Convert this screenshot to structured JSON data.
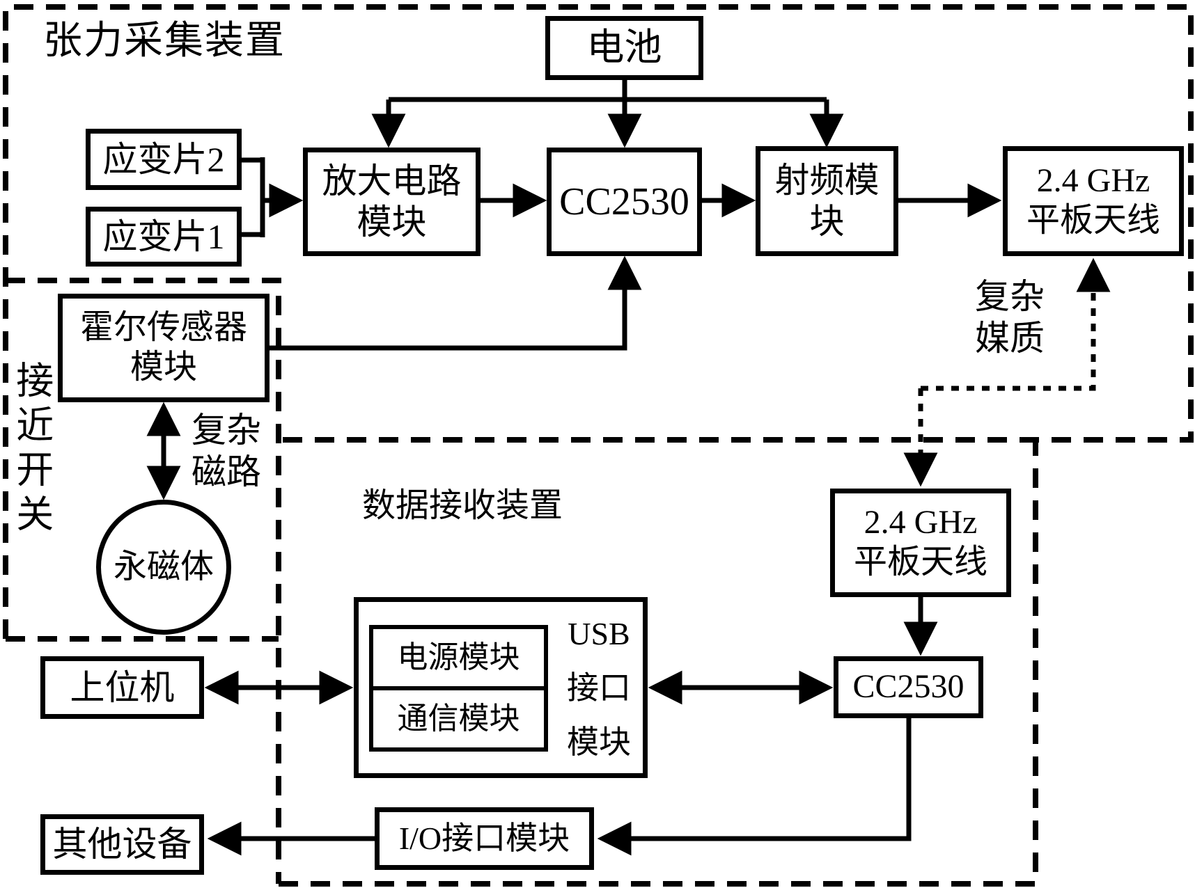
{
  "diagram": {
    "containers": {
      "acquisition": "张力采集装置",
      "receiver": "数据接收装置",
      "proximity": "接近开关"
    },
    "annotations": {
      "magnetic_1": "复杂",
      "magnetic_2": "磁路",
      "medium_1": "复杂",
      "medium_2": "媒质"
    },
    "nodes": {
      "battery": "电池",
      "strain_gauge_2": "应变片2",
      "strain_gauge_1": "应变片1",
      "amplifier_1": "放大电路",
      "amplifier_2": "模块",
      "cc2530_tx": "CC2530",
      "rf_module": "射频模块",
      "antenna_tx_1": "2.4 GHz",
      "antenna_tx_2": "平板天线",
      "hall_1": "霍尔传感器",
      "hall_2": "模块",
      "magnet": "永磁体",
      "host": "上位机",
      "power_module": "电源模块",
      "comm_module": "通信模块",
      "usb_1": "USB",
      "usb_2": "接口",
      "usb_3": "模块",
      "antenna_rx_1": "2.4 GHz",
      "antenna_rx_2": "平板天线",
      "cc2530_rx": "CC2530",
      "io_module": "I/O接口模块",
      "other_devices": "其他设备"
    },
    "colors": {
      "line": "#000000",
      "background": "#ffffff"
    }
  }
}
